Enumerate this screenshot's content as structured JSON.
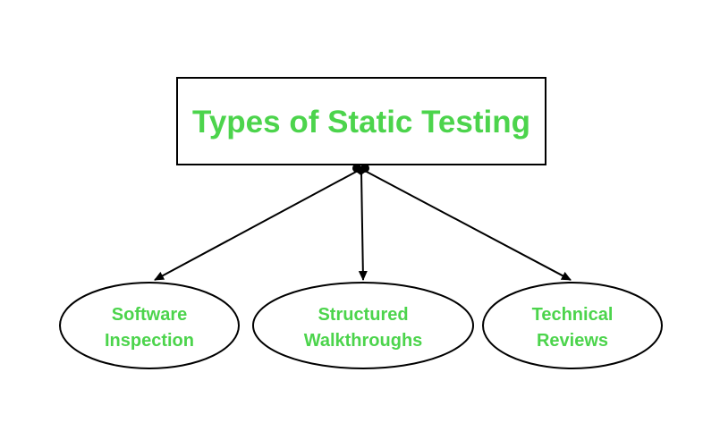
{
  "diagram": {
    "root": {
      "label": "Types of Static Testing"
    },
    "children": [
      {
        "line1": "Software",
        "line2": "Inspection"
      },
      {
        "line1": "Structured",
        "line2": "Walkthroughs"
      },
      {
        "line1": "Technical",
        "line2": "Reviews"
      }
    ]
  },
  "colors": {
    "text": "#4cd44c",
    "stroke": "#000000",
    "background": "#ffffff"
  }
}
